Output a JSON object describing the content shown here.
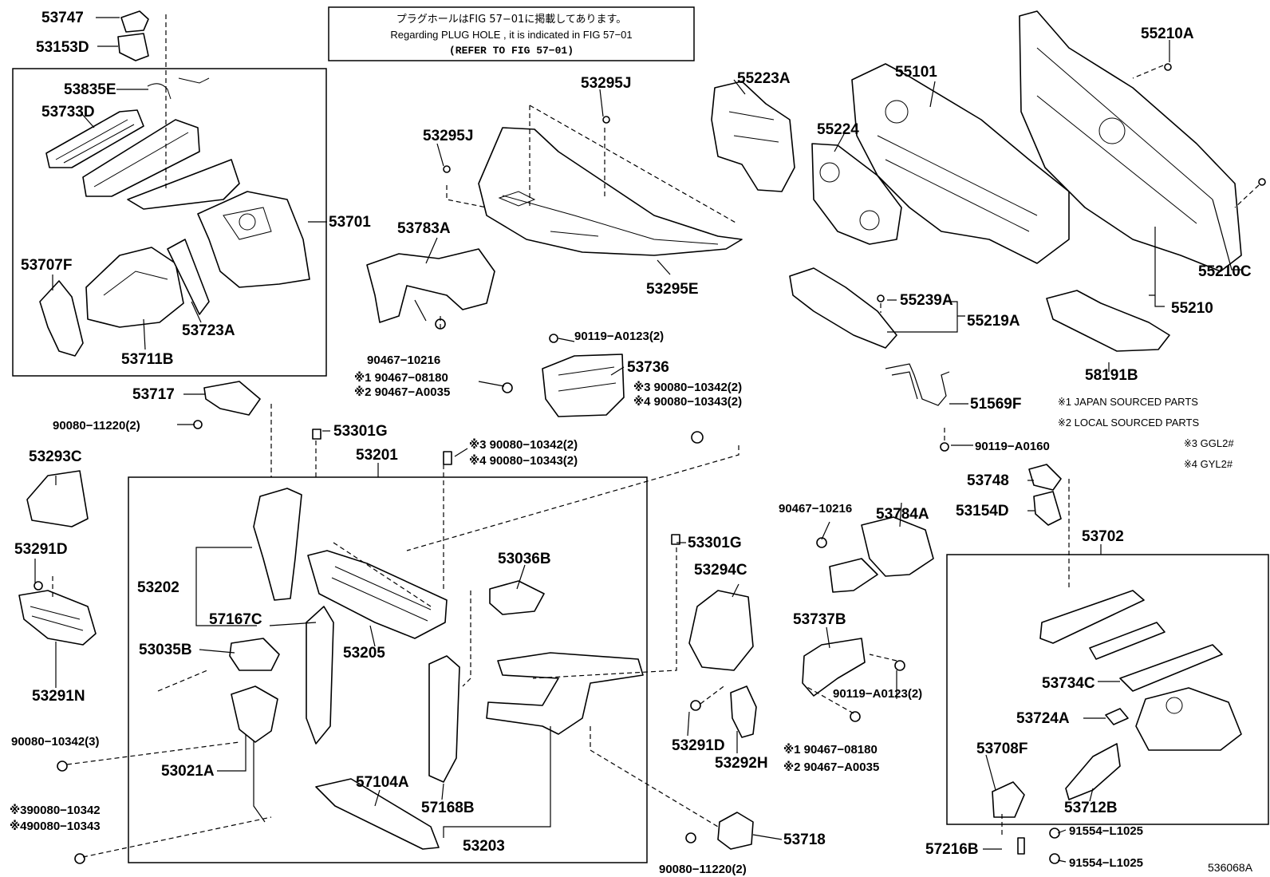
{
  "note": {
    "line1": "プラグホールはFIG 57−01に掲載してあります。",
    "line2": "Regarding PLUG HOLE , it is indicated in FIG 57−01",
    "line3": "(REFER TO FIG 57−01)"
  },
  "legend": {
    "l1": "※1  JAPAN SOURCED PARTS",
    "l2": "※2  LOCAL SOURCED PARTS",
    "l3": "※3  GGL2#",
    "l4": "※4  GYL2#"
  },
  "figure_code": "536068A",
  "labels": {
    "p53747": "53747",
    "p53153D": "53153D",
    "p53835E": "53835E",
    "p53733D": "53733D",
    "p53701": "53701",
    "p53707F": "53707F",
    "p53723A": "53723A",
    "p53711B": "53711B",
    "p53717": "53717",
    "p90080_11220a": "90080−11220(2)",
    "p53293C": "53293C",
    "p53291D_l": "53291D",
    "p53291N": "53291N",
    "p90080_10342_3": "90080−10342(3)",
    "p_x3_90080_10342": "※390080−10342",
    "p_x4_90080_10343": "※490080−10343",
    "p53295J_a": "53295J",
    "p53295J_b": "53295J",
    "p53783A": "53783A",
    "p53295E": "53295E",
    "p90467_10216_a": "90467−10216",
    "p90119_A0123_a": "90119−A0123(2)",
    "p53736": "53736",
    "p_x1_90467_08180_a": "※1 90467−08180",
    "p_x2_90467_A0035_a": "※2 90467−A0035",
    "p_x3_90080_10342_a": "※3 90080−10342(2)",
    "p_x4_90080_10343_a": "※4 90080−10343(2)",
    "p53301G_a": "53301G",
    "p53201": "53201",
    "p_x3_90080_10342_b": "※3 90080−10342(2)",
    "p_x4_90080_10343_b": "※4 90080−10343(2)",
    "p53202": "53202",
    "p57167C": "57167C",
    "p53035B": "53035B",
    "p53205": "53205",
    "p53036B": "53036B",
    "p53021A": "53021A",
    "p57104A": "57104A",
    "p57168B": "57168B",
    "p53203": "53203",
    "p53301G_b": "53301G",
    "p53294C": "53294C",
    "p53291D_r": "53291D",
    "p53292H": "53292H",
    "p53718": "53718",
    "p90080_11220b": "90080−11220(2)",
    "p55223A": "55223A",
    "p55101": "55101",
    "p55224": "55224",
    "p55210A": "55210A",
    "p55210C": "55210C",
    "p55210": "55210",
    "p55239A": "55239A",
    "p55219A": "55219A",
    "p58191B": "58191B",
    "p51569F": "51569F",
    "p90119_A0160": "90119−A0160",
    "p53748": "53748",
    "p53154D": "53154D",
    "p53702": "53702",
    "p90467_10216_b": "90467−10216",
    "p53784A": "53784A",
    "p53737B": "53737B",
    "p90119_A0123_b": "90119−A0123(2)",
    "p_x1_90467_08180_b": "※1  90467−08180",
    "p_x2_90467_A0035_b": "※2  90467−A0035",
    "p53734C": "53734C",
    "p53724A": "53724A",
    "p53708F": "53708F",
    "p53712B": "53712B",
    "p57216B": "57216B",
    "p91554_L1025_a": "91554−L1025",
    "p91554_L1025_b": "91554−L1025"
  }
}
